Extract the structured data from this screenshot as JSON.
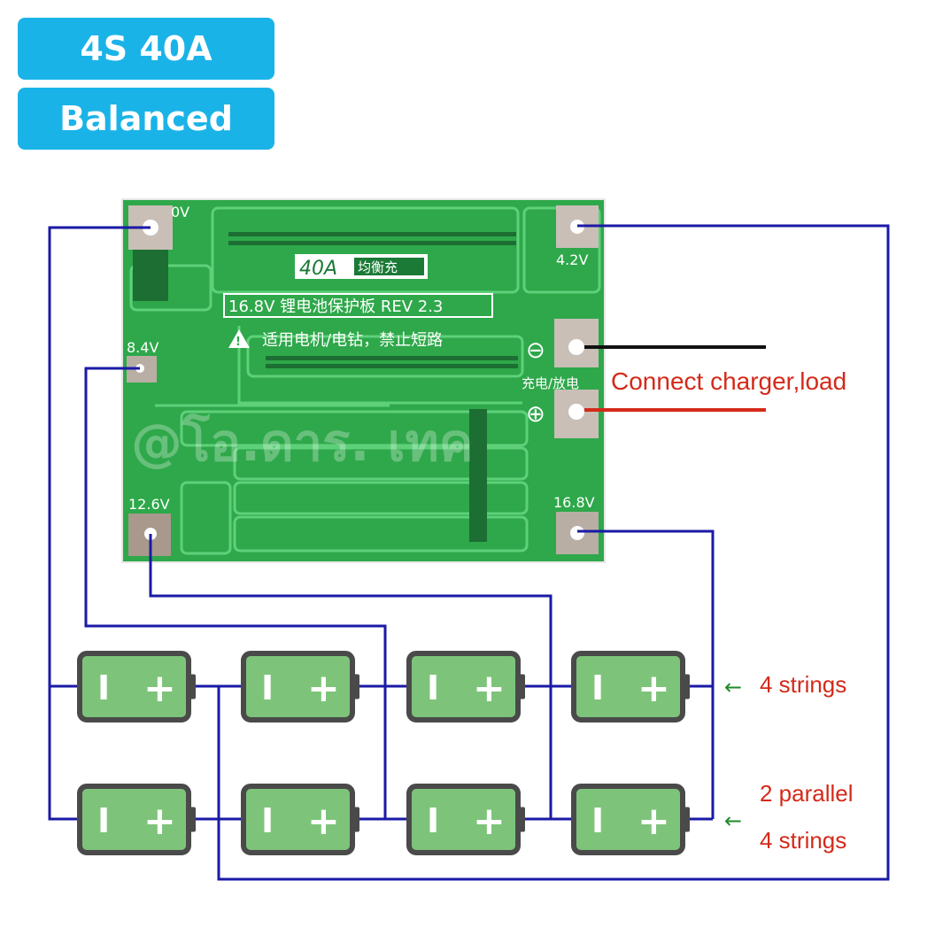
{
  "badges": {
    "model": "4S 40A",
    "feature": "Balanced"
  },
  "pcb": {
    "board_title": "40A",
    "board_title_cn": "均衡充",
    "spec_line": "16.8V 锂电池保护板 REV 2.3",
    "usage_line": "适用电机/电钻，禁止短路",
    "pad_labels": {
      "p0": "0V",
      "p1": "8.4V",
      "p2": "12.6V",
      "p3": "16.8V",
      "p4": "4.2V"
    },
    "port_label": "充电/放电",
    "minus_symbol": "⊖",
    "plus_symbol": "⊕",
    "watermark": "@โอ.ดาร. เทค"
  },
  "annotations": {
    "connect": "Connect charger,load",
    "four_strings": "4 strings",
    "parallel_line1": "2 parallel",
    "parallel_line2": "4 strings"
  },
  "batteries": {
    "rows": 2,
    "per_row": 4,
    "minus_glyph": "I",
    "plus_glyph": "+"
  },
  "colors": {
    "badge": "#1ab3e8",
    "pcb": "#2ea84a",
    "wire": "#1a1aa6",
    "battery_fill": "#7dc47a",
    "battery_border": "#4a4a4a",
    "annotation_red": "#d42a1a",
    "arrow_green": "#1f8a2a"
  }
}
